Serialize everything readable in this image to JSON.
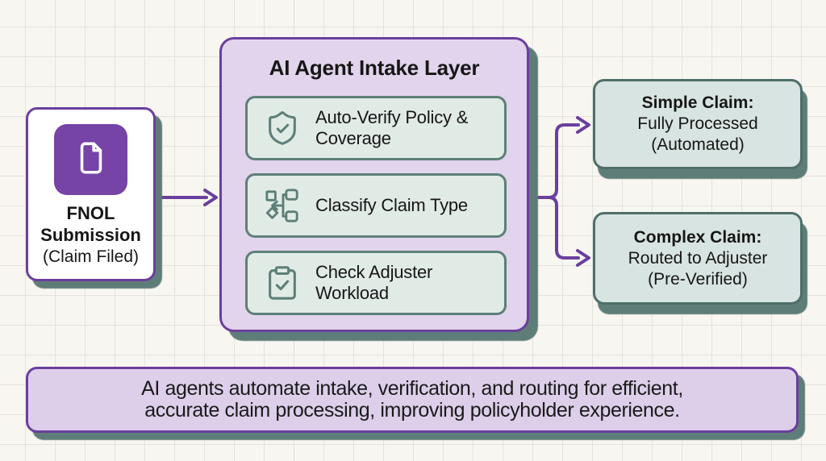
{
  "diagram": {
    "fnol": {
      "name_line1": "FNOL",
      "name_line2": "Submission",
      "status": "(Claim Filed)",
      "icon": "document-icon"
    },
    "intake": {
      "title": "AI Agent Intake Layer",
      "steps": [
        {
          "label": "Auto-Verify Policy & Coverage",
          "icon": "shield-check-icon"
        },
        {
          "label": "Classify Claim Type",
          "icon": "classify-icon"
        },
        {
          "label": "Check Adjuster Workload",
          "icon": "clipboard-check-icon"
        }
      ]
    },
    "outcomes": [
      {
        "title": "Simple Claim:",
        "desc_line1": "Fully Processed",
        "desc_line2": "(Automated)"
      },
      {
        "title": "Complex Claim:",
        "desc_line1": "Routed to Adjuster",
        "desc_line2": "(Pre-Verified)"
      }
    ],
    "footer": {
      "text_line1": "AI agents automate intake, verification, and routing for efficient,",
      "text_line2": "accurate claim processing, improving policyholder experience."
    },
    "colors": {
      "accent_purple": "#6a3f9d",
      "icon_tile_purple": "#7643a6",
      "lavender_fill": "#e2d4ec",
      "banner_fill": "#ddcfe9",
      "sage_fill": "#e1ebe6",
      "teal_border": "#5d7f78",
      "outcome_fill": "#d8e4e1",
      "outcome_border": "#4e6e69",
      "shadow_teal": "#5f7d78",
      "background": "#f8f6f1"
    }
  }
}
